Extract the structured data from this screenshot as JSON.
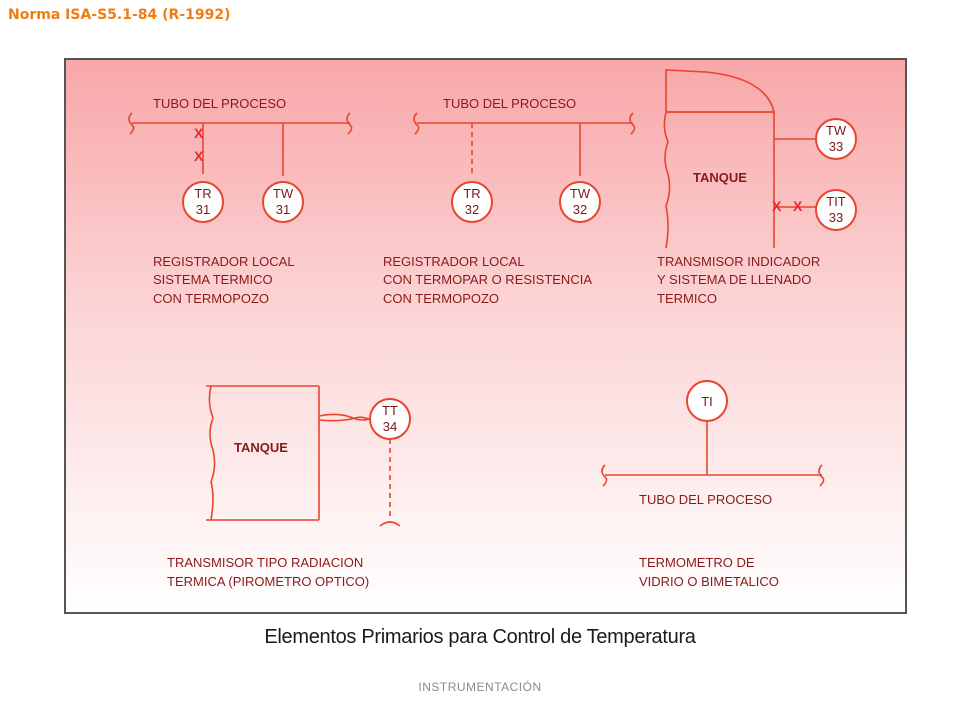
{
  "header": {
    "title": "Norma ISA-S5.1-84 (R-1992)"
  },
  "caption": "Elementos Primarios para Control de Temperatura",
  "footer": "INSTRUMENTACIÓN",
  "diagram": {
    "pipe_label": "TUBO DEL PROCESO",
    "tank_label": "TANQUE",
    "seal_mark": "X",
    "p1": {
      "tr_tag": "TR",
      "tr_num": "31",
      "tw_tag": "TW",
      "tw_num": "31",
      "desc": [
        "REGISTRADOR LOCAL",
        "SISTEMA TERMICO",
        "CON TERMOPOZO"
      ]
    },
    "p2": {
      "tr_tag": "TR",
      "tr_num": "32",
      "tw_tag": "TW",
      "tw_num": "32",
      "desc": [
        "REGISTRADOR LOCAL",
        "CON  TERMOPAR O RESISTENCIA",
        "CON TERMOPOZO"
      ]
    },
    "p3": {
      "tw_tag": "TW",
      "tw_num": "33",
      "tit_tag": "TIT",
      "tit_num": "33",
      "desc": [
        "TRANSMISOR INDICADOR",
        "Y SISTEMA DE LLENADO",
        "TERMICO"
      ]
    },
    "p4": {
      "tt_tag": "TT",
      "tt_num": "34",
      "desc": [
        "TRANSMISOR TIPO RADIACION",
        "TERMICA (PIROMETRO OPTICO)"
      ]
    },
    "p5": {
      "ti_tag": "TI",
      "desc": [
        "TERMOMETRO DE",
        "VIDRIO O BIMETALICO"
      ]
    }
  }
}
